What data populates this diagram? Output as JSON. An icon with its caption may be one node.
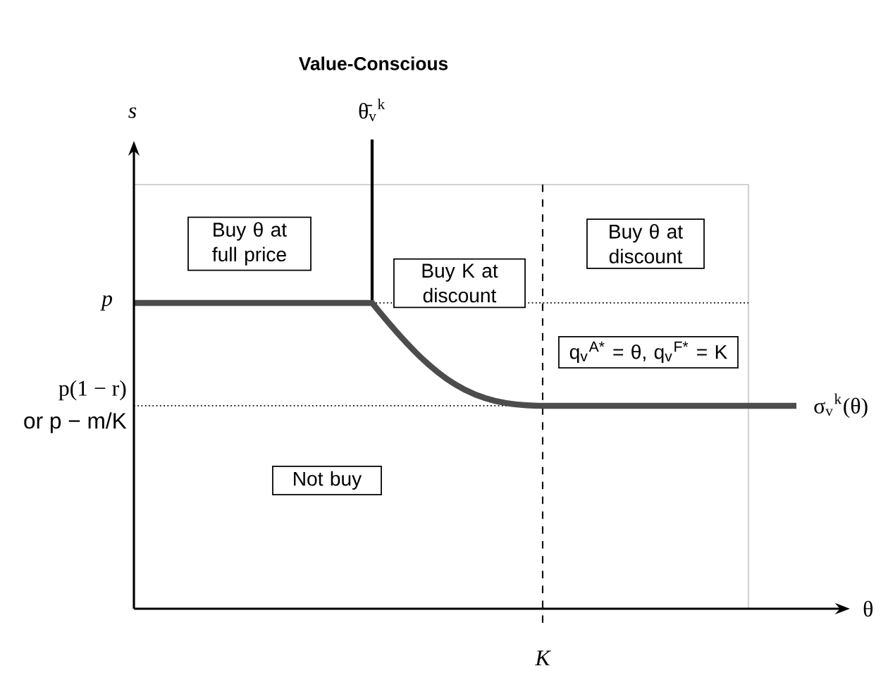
{
  "diagram": {
    "title": "Value-Conscious",
    "nodes": [
      {
        "text": [
          "Buy θ at full price"
        ]
      },
      {
        "text": [
          "Buy K at discount"
        ]
      },
      {
        "text": [
          "Buy θ at discount"
        ]
      },
      {
        "text": [
          "q$_{v}$$^{A*}$ = θ, q$_{v}$$^{F*}$ = K"
        ]
      },
      {
        "text": [
          "Not buy"
        ]
      }
    ],
    "edges": [],
    "labels": [
      "θ̄$_{v}$$^{k}$",
      "s",
      "p",
      "p(1 − r)",
      "or p − m/K",
      "σ$_{v}$$^{k}$(θ)",
      "θ",
      "K"
    ]
  }
}
